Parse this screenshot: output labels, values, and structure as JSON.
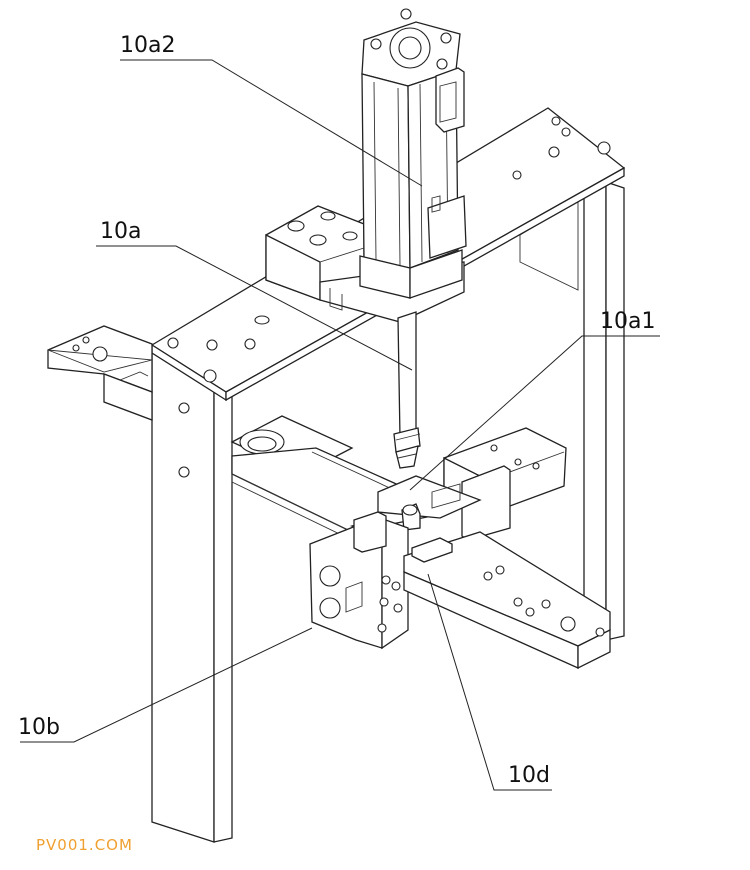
{
  "labels": {
    "cylinder": "10a2",
    "rod": "10a",
    "gripper": "10a1",
    "side_block": "10b",
    "slide": "10d"
  },
  "watermark": "PV001.COM",
  "colors": {
    "line": "#222222",
    "watermark": "#f0a030",
    "background": "#ffffff"
  }
}
